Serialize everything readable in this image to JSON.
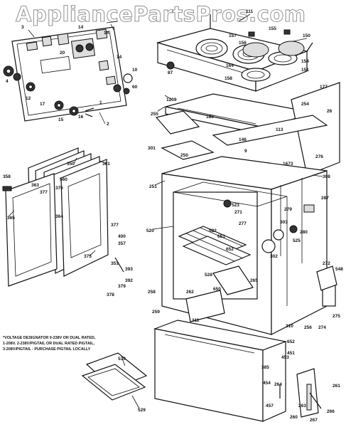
{
  "watermark": "AppliancePartsPros.com",
  "note": {
    "lines": [
      "*VOLTAGE DESIGNATOR 0-238V OR DUAL RATED,",
      "1-208V. 2-238V/PIGTAIL OR DUAL RATED PIGTAIL,",
      "3-208V/PIGTAIL - PURCHASE PIGTAIL LOCALLY"
    ]
  },
  "labels": [
    {
      "id": "p111",
      "text": "111"
    },
    {
      "id": "p157",
      "text": "157"
    },
    {
      "id": "p155",
      "text": "155"
    },
    {
      "id": "p150",
      "text": "150"
    },
    {
      "id": "p156",
      "text": "156"
    },
    {
      "id": "p154",
      "text": "154"
    },
    {
      "id": "p151",
      "text": "151"
    },
    {
      "id": "p164",
      "text": "164"
    },
    {
      "id": "p158",
      "text": "158"
    },
    {
      "id": "p87",
      "text": "87"
    },
    {
      "id": "p177",
      "text": "177"
    },
    {
      "id": "p254",
      "text": "254"
    },
    {
      "id": "p26",
      "text": "26"
    },
    {
      "id": "p1209",
      "text": "1209"
    },
    {
      "id": "p255",
      "text": "255"
    },
    {
      "id": "p183",
      "text": "183"
    },
    {
      "id": "p113",
      "text": "113"
    },
    {
      "id": "p146",
      "text": "146"
    },
    {
      "id": "p9",
      "text": "9"
    },
    {
      "id": "p301",
      "text": "301"
    },
    {
      "id": "p250",
      "text": "250"
    },
    {
      "id": "p276",
      "text": "276"
    },
    {
      "id": "p1673",
      "text": "1673"
    },
    {
      "id": "p308",
      "text": "308"
    },
    {
      "id": "p251",
      "text": "251"
    },
    {
      "id": "p287",
      "text": "287"
    },
    {
      "id": "p523",
      "text": "523"
    },
    {
      "id": "p271",
      "text": "271"
    },
    {
      "id": "p279",
      "text": "279"
    },
    {
      "id": "p520",
      "text": "520"
    },
    {
      "id": "p522",
      "text": "522"
    },
    {
      "id": "p651",
      "text": "651"
    },
    {
      "id": "p277",
      "text": "277"
    },
    {
      "id": "p303",
      "text": "303"
    },
    {
      "id": "p280",
      "text": "280"
    },
    {
      "id": "p652",
      "text": "652"
    },
    {
      "id": "p525",
      "text": "525"
    },
    {
      "id": "p302",
      "text": "302"
    },
    {
      "id": "p528",
      "text": "528"
    },
    {
      "id": "p265",
      "text": "265"
    },
    {
      "id": "p650",
      "text": "650"
    },
    {
      "id": "p272",
      "text": "272"
    },
    {
      "id": "p548",
      "text": "548"
    },
    {
      "id": "p258",
      "text": "258"
    },
    {
      "id": "p262",
      "text": "262"
    },
    {
      "id": "p259",
      "text": "259"
    },
    {
      "id": "p311",
      "text": "311"
    },
    {
      "id": "p275",
      "text": "275"
    },
    {
      "id": "p256",
      "text": "256"
    },
    {
      "id": "p274",
      "text": "274"
    },
    {
      "id": "p310",
      "text": "310"
    },
    {
      "id": "p652b",
      "text": "652"
    },
    {
      "id": "p451",
      "text": "451"
    },
    {
      "id": "p385",
      "text": "385"
    },
    {
      "id": "p453",
      "text": "453"
    },
    {
      "id": "p454",
      "text": "454"
    },
    {
      "id": "p457",
      "text": "457"
    },
    {
      "id": "p264",
      "text": "264"
    },
    {
      "id": "p261",
      "text": "261"
    },
    {
      "id": "p263",
      "text": "263"
    },
    {
      "id": "p266",
      "text": "266"
    },
    {
      "id": "p267",
      "text": "267"
    },
    {
      "id": "p260",
      "text": "260"
    },
    {
      "id": "p530",
      "text": "530"
    },
    {
      "id": "p529",
      "text": "529"
    },
    {
      "id": "p350",
      "text": "350"
    },
    {
      "id": "p361",
      "text": "361"
    },
    {
      "id": "p358",
      "text": "358"
    },
    {
      "id": "p560",
      "text": "560"
    },
    {
      "id": "p363",
      "text": "363"
    },
    {
      "id": "p377",
      "text": "377"
    },
    {
      "id": "p376",
      "text": "376"
    },
    {
      "id": "p365",
      "text": "365"
    },
    {
      "id": "p364",
      "text": "364"
    },
    {
      "id": "p377b",
      "text": "377"
    },
    {
      "id": "p400",
      "text": "400"
    },
    {
      "id": "p357",
      "text": "357"
    },
    {
      "id": "p375",
      "text": "375"
    },
    {
      "id": "p351",
      "text": "351"
    },
    {
      "id": "p393",
      "text": "393"
    },
    {
      "id": "p392",
      "text": "392"
    },
    {
      "id": "p379",
      "text": "379"
    },
    {
      "id": "p378",
      "text": "378"
    },
    {
      "id": "p3",
      "text": "3"
    },
    {
      "id": "p14a",
      "text": "14"
    },
    {
      "id": "p20",
      "text": "20"
    },
    {
      "id": "p14b",
      "text": "14"
    },
    {
      "id": "p14c",
      "text": "14"
    },
    {
      "id": "p10",
      "text": "10"
    },
    {
      "id": "p4",
      "text": "4"
    },
    {
      "id": "p12",
      "text": "12"
    },
    {
      "id": "p17",
      "text": "17"
    },
    {
      "id": "p15",
      "text": "15"
    },
    {
      "id": "p16",
      "text": "16"
    },
    {
      "id": "p60",
      "text": "60"
    },
    {
      "id": "p2",
      "text": "2"
    },
    {
      "id": "p1",
      "text": "1"
    }
  ]
}
